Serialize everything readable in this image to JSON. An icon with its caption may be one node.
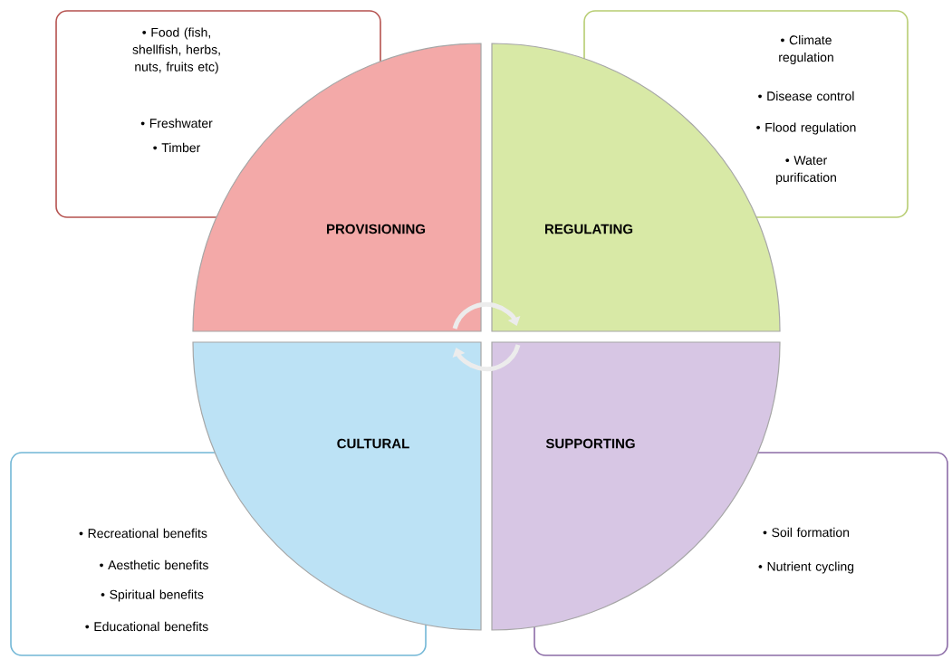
{
  "diagram": {
    "nodes": [
      {
        "text": [
          "PROVISIONING"
        ]
      },
      {
        "text": [
          "REGULATING"
        ]
      },
      {
        "text": [
          "CULTURAL"
        ]
      },
      {
        "text": [
          "SUPPORTING"
        ]
      },
      {
        "text": [
          "• Food (fish, shellfish, herbs, nuts, fruits etc)",
          "• Freshwater",
          "• Timber"
        ]
      },
      {
        "text": [
          "• Climate regulation",
          "• Disease control",
          "• Flood regulation",
          "• Water purification"
        ]
      },
      {
        "text": [
          "• Recreational benefits",
          "• Aesthetic benefits",
          "• Spiritual benefits",
          "• Educational benefits"
        ]
      },
      {
        "text": [
          "• Soil formation",
          "• Nutrient cycling"
        ]
      }
    ],
    "edges": [
      {
        "from": 0,
        "to": 1,
        "arrow": "to"
      },
      {
        "from": 3,
        "to": 2,
        "arrow": "to"
      }
    ]
  }
}
